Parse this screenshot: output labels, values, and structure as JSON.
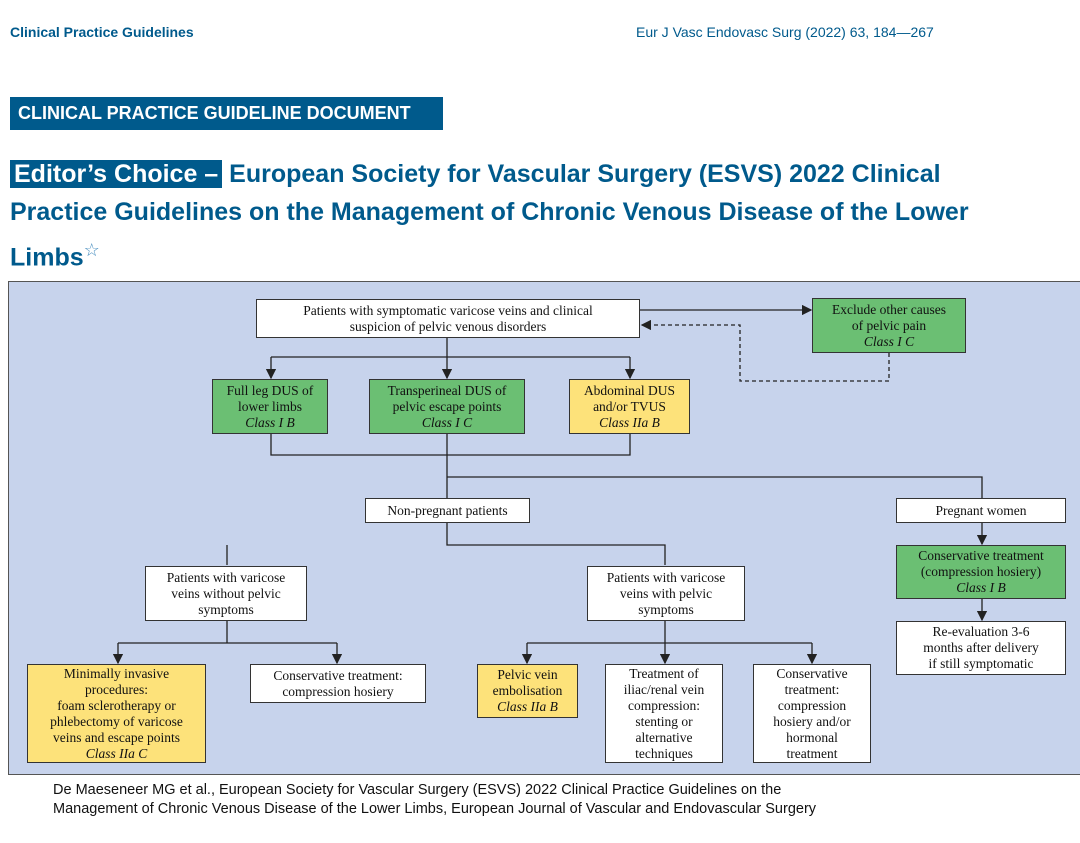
{
  "header": {
    "left": "Clinical Practice Guidelines",
    "right": "Eur J Vasc Endovasc Surg (2022) 63, 184—267"
  },
  "doc_type": "CLINICAL PRACTICE GUIDELINE DOCUMENT",
  "title": {
    "prefix": "Editor’s Choice –",
    "main": "European Society for Vascular Surgery (ESVS) 2022 Clinical Practice Guidelines on the Management of Chronic Venous Disease of the Lower Limbs",
    "star": "☆"
  },
  "flowchart": {
    "start": {
      "line1": "Patients with symptomatic varicose veins and clinical",
      "line2": "suspicion of pelvic venous disorders"
    },
    "exclude": {
      "line1": "Exclude other causes",
      "line2": "of pelvic pain",
      "cls": "Class I C"
    },
    "full_leg": {
      "line1": "Full leg DUS of",
      "line2": "lower limbs",
      "cls": "Class I B"
    },
    "transperineal": {
      "line1": "Transperineal DUS of",
      "line2": "pelvic escape points",
      "cls": "Class I C"
    },
    "abdominal": {
      "line1": "Abdominal DUS",
      "line2": "and/or TVUS",
      "cls": "Class IIa B"
    },
    "non_pregnant": "Non-pregnant patients",
    "pregnant": "Pregnant women",
    "preg_conservative": {
      "line1": "Conservative treatment",
      "line2": "(compression hosiery)",
      "cls": "Class I B"
    },
    "reevaluation": {
      "line1": "Re-evaluation 3-6",
      "line2": "months after delivery",
      "line3": "if still symptomatic"
    },
    "without_pelvic": {
      "line1": "Patients with varicose",
      "line2": "veins without pelvic",
      "line3": "symptoms"
    },
    "with_pelvic": {
      "line1": "Patients with varicose",
      "line2": "veins with pelvic",
      "line3": "symptoms"
    },
    "minimally_invasive": {
      "line1": "Minimally invasive",
      "line2": "procedures:",
      "line3": "foam sclerotherapy or",
      "line4": "phlebectomy of varicose",
      "line5": "veins and escape points",
      "cls": "Class IIa C"
    },
    "conservative_hosiery": {
      "line1": "Conservative treatment:",
      "line2": "compression hosiery"
    },
    "embolisation": {
      "line1": "Pelvic vein",
      "line2": "embolisation",
      "cls": "Class IIa B"
    },
    "iliac": {
      "line1": "Treatment of",
      "line2": "iliac/renal vein",
      "line3": "compression:",
      "line4": "stenting or",
      "line5": "alternative",
      "line6": "techniques"
    },
    "conservative_hormonal": {
      "line1": "Conservative",
      "line2": "treatment:",
      "line3": "compression",
      "line4": "hosiery and/or",
      "line5": "hormonal",
      "line6": "treatment"
    }
  },
  "citation": {
    "line1": "De Maeseneer MG et al., European Society for Vascular Surgery (ESVS) 2022 Clinical Practice Guidelines on the",
    "line2": "Management of Chronic Venous Disease of the Lower Limbs, European Journal of Vascular and Endovascular Surgery"
  },
  "colors": {
    "brand": "#005a8c",
    "panel": "#c7d3ec",
    "green": "#6bbf73",
    "yellow": "#fde27a"
  }
}
